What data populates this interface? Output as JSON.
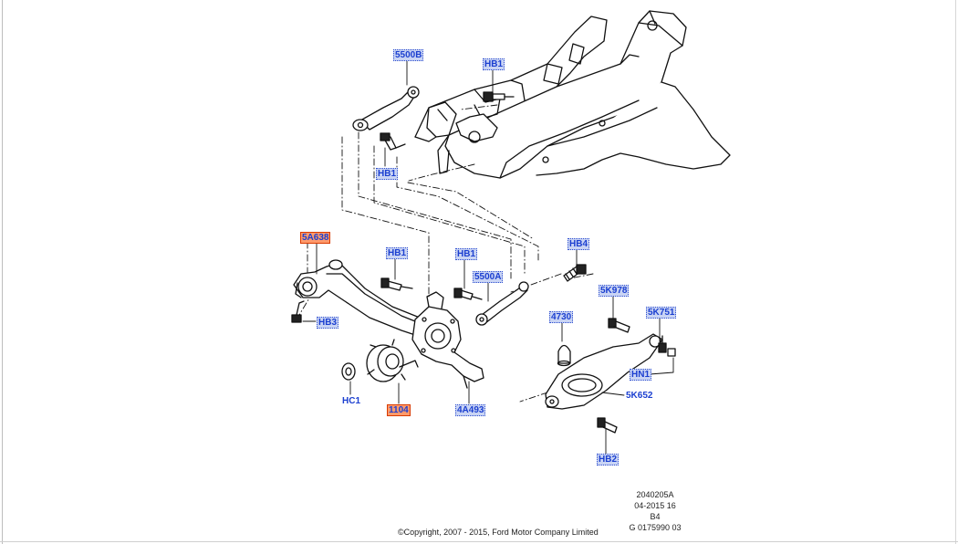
{
  "callouts": {
    "c5500B": "5500B",
    "hb1_top": "HB1",
    "hb1_mid": "HB1",
    "c5A638": "5A638",
    "hb1_arm": "HB1",
    "hb1_link": "HB1",
    "hb4": "HB4",
    "c5500A": "5500A",
    "c5K978": "5K978",
    "c4730": "4730",
    "c5K751": "5K751",
    "hb3": "HB3",
    "hn1": "HN1",
    "c5K652": "5K652",
    "hc1": "HC1",
    "c1104": "1104",
    "c4A493": "4A493",
    "hb2": "HB2"
  },
  "meta": {
    "line1": "2040205A",
    "line2": "04-2015 16",
    "line3": "B4",
    "line4": "G 0175990 03"
  },
  "copyright": "©Copyright, 2007 - 2015, Ford Motor Company Limited",
  "colors": {
    "callout_text": "#1b3fd0",
    "callout_box": "#c9d4f4",
    "highlight_box": "#ff9a6b",
    "highlight_border": "#d83a00",
    "line_art": "#111111"
  }
}
